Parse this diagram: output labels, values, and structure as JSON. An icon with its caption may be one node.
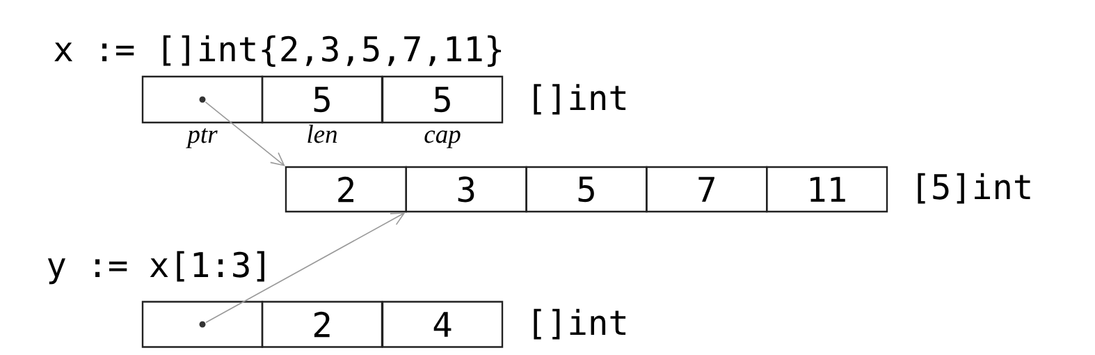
{
  "diagram": {
    "nodes": [
      {
        "text": [],
        "shape": "box",
        "beside": [
          "ptr"
        ]
      },
      {
        "text": [],
        "shape": "circle",
        "in": 0
      },
      {
        "text": [
          "5"
        ],
        "beside": [
          "len"
        ]
      },
      {
        "text": [
          "5"
        ],
        "beside": [
          "cap"
        ]
      },
      {
        "text": [
          "2"
        ]
      },
      {
        "text": [
          "3"
        ]
      },
      {
        "text": [
          "5"
        ]
      },
      {
        "text": [
          "7"
        ]
      },
      {
        "text": [
          "11"
        ]
      },
      {
        "text": [],
        "shape": "box"
      },
      {
        "text": [],
        "shape": "circle",
        "in": 9
      },
      {
        "text": [
          "2"
        ]
      },
      {
        "text": [
          "4"
        ]
      }
    ],
    "edges": [
      {
        "from": 1,
        "to": 4,
        "arrow": "to"
      },
      {
        "from": 10,
        "to": 5,
        "arrow": "to"
      }
    ],
    "labels": [
      "x := []int{2,3,5,7,11}",
      "[]int",
      "[5]int",
      "y := x[1:3]",
      "[]int"
    ]
  }
}
